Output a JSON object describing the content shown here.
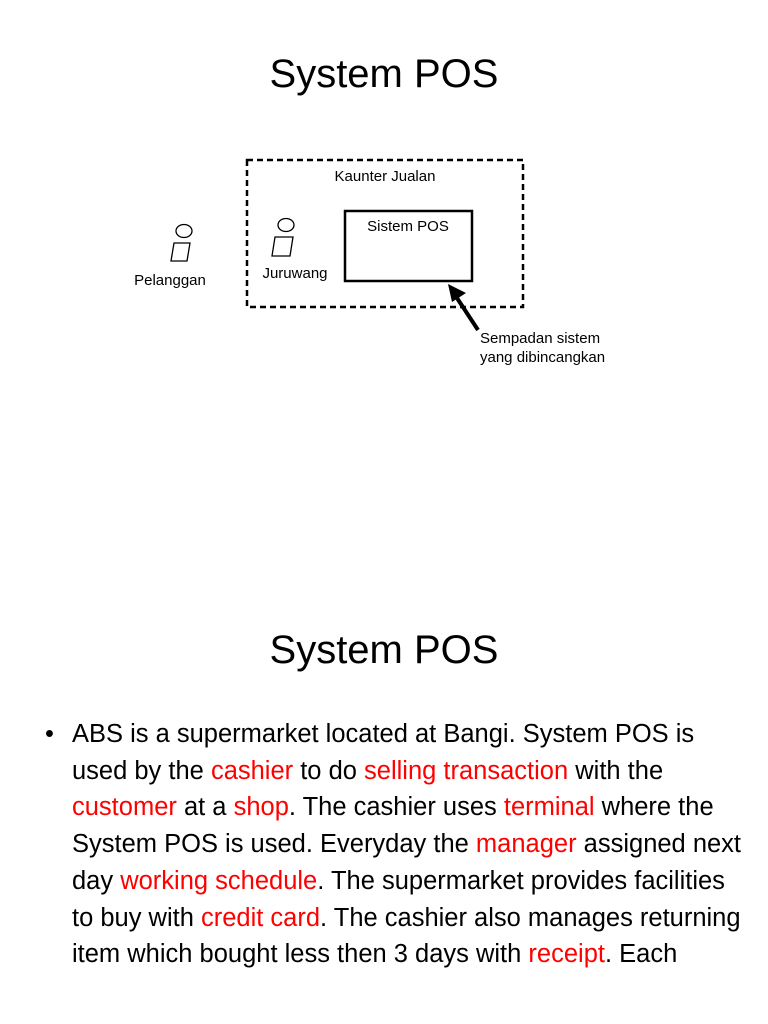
{
  "slide1": {
    "title": "System POS",
    "diagram": {
      "boundary_label": "Kaunter Jualan",
      "system_label": "Sistem POS",
      "actor_customer": "Pelanggan",
      "actor_cashier": "Juruwang",
      "arrow_note_line1": "Sempadan sistem",
      "arrow_note_line2": "yang dibincangkan"
    }
  },
  "slide2": {
    "title": "System POS",
    "bullet_symbol": "•",
    "paragraph": [
      {
        "text": "ABS is a supermarket located at Bangi. System POS is used by the ",
        "highlight": false
      },
      {
        "text": "cashier",
        "highlight": true
      },
      {
        "text": " to do ",
        "highlight": false
      },
      {
        "text": "selling transaction",
        "highlight": true
      },
      {
        "text": " with the ",
        "highlight": false
      },
      {
        "text": "customer",
        "highlight": true
      },
      {
        "text": " at a ",
        "highlight": false
      },
      {
        "text": "shop",
        "highlight": true
      },
      {
        "text": ".   The cashier uses ",
        "highlight": false
      },
      {
        "text": "terminal",
        "highlight": true
      },
      {
        "text": " where the System POS is used. Everyday the ",
        "highlight": false
      },
      {
        "text": "manager",
        "highlight": true
      },
      {
        "text": " assigned next day ",
        "highlight": false
      },
      {
        "text": "working schedule",
        "highlight": true
      },
      {
        "text": ". The supermarket provides facilities to buy with ",
        "highlight": false
      },
      {
        "text": "credit card",
        "highlight": true
      },
      {
        "text": ". The cashier also manages returning item which bought less then 3 days with ",
        "highlight": false
      },
      {
        "text": "receipt",
        "highlight": true
      },
      {
        "text": ".  Each",
        "highlight": false
      }
    ],
    "highlight_color": "#ff0000"
  }
}
